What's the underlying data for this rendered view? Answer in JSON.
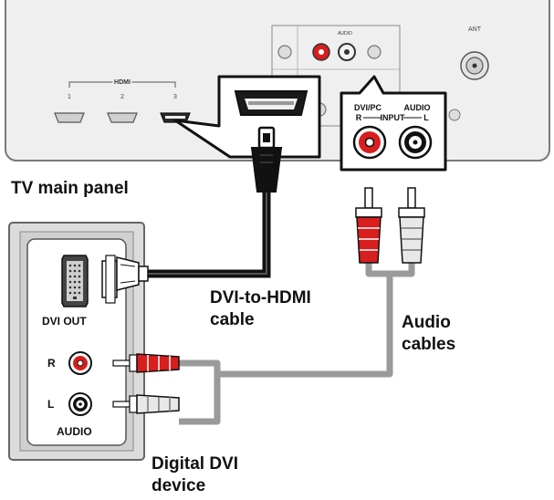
{
  "labels": {
    "tv_main_panel": "TV main panel",
    "dvi_to_hdmi_line1": "DVI-to-HDMI",
    "dvi_to_hdmi_line2": "cable",
    "audio_cables_line1": "Audio",
    "audio_cables_line2": "cables",
    "digital_dvi_line1": "Digital DVI",
    "digital_dvi_line2": "device"
  },
  "tv_panel": {
    "hdmi_group_label": "HDMI",
    "hdmi_port_numbers": [
      "1",
      "2",
      "3"
    ],
    "ant_label": "ANT",
    "audio_label": "AUDIO",
    "callout_audio": {
      "line1_left": "DVI/PC",
      "line1_right": "AUDIO",
      "line2_left": "R",
      "line2_mid": "INPUT",
      "line2_right": "L"
    }
  },
  "device": {
    "dvi_out_label": "DVI OUT",
    "r_label": "R",
    "l_label": "L",
    "audio_label": "AUDIO"
  },
  "colors": {
    "red_connector": "#d81e1e",
    "white_connector": "#e8e8e8",
    "cable_black": "#111111",
    "cable_gray": "#9a9a9a",
    "panel_gray": "#eeeeee",
    "device_gray": "#dcdcdc"
  }
}
